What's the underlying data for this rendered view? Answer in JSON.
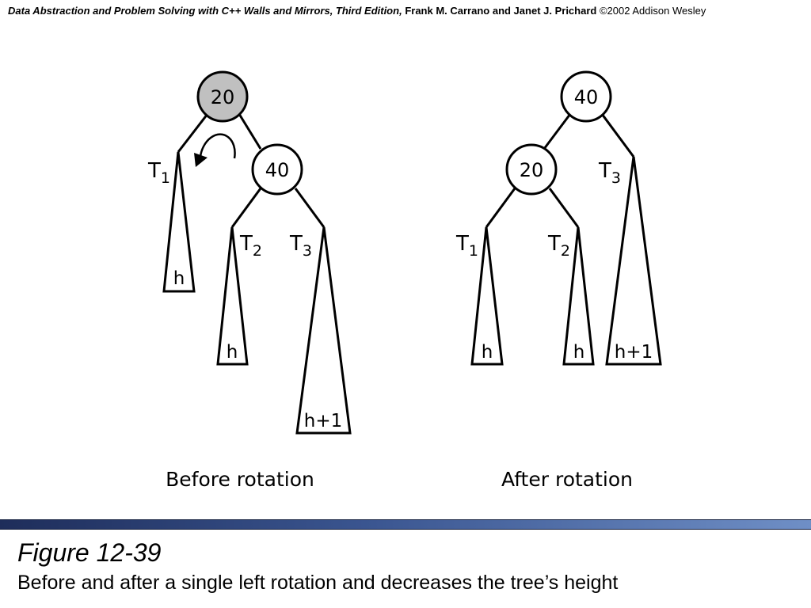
{
  "header": {
    "book": "Data Abstraction and Problem Solving with C++ Walls and Mirrors, Third Edition,",
    "authors": "Frank M. Carrano and Janet J. Prichard",
    "copyright": "©2002 Addison Wesley"
  },
  "diagram": {
    "before": {
      "caption": "Before rotation",
      "nodes": {
        "root": "20",
        "child": "40"
      },
      "subtrees": {
        "t1": {
          "name": "T",
          "index": "1",
          "height": "h"
        },
        "t2": {
          "name": "T",
          "index": "2",
          "height": "h"
        },
        "t3": {
          "name": "T",
          "index": "3",
          "height": "h+1"
        }
      }
    },
    "after": {
      "caption": "After rotation",
      "nodes": {
        "root": "40",
        "child": "20"
      },
      "subtrees": {
        "t1": {
          "name": "T",
          "index": "1",
          "height": "h"
        },
        "t2": {
          "name": "T",
          "index": "2",
          "height": "h"
        },
        "t3": {
          "name": "T",
          "index": "3",
          "height": "h+1"
        }
      }
    },
    "colors": {
      "highlighted_node": "#c0c0c0",
      "node_fill": "#ffffff",
      "stroke": "#000000"
    }
  },
  "footer": {
    "bar_colors": [
      "#1e2d5a",
      "#3a5590",
      "#6f8fc6"
    ],
    "figure_title": "Figure 12-39",
    "caption": "Before and after a single left rotation and decreases the tree’s height"
  }
}
